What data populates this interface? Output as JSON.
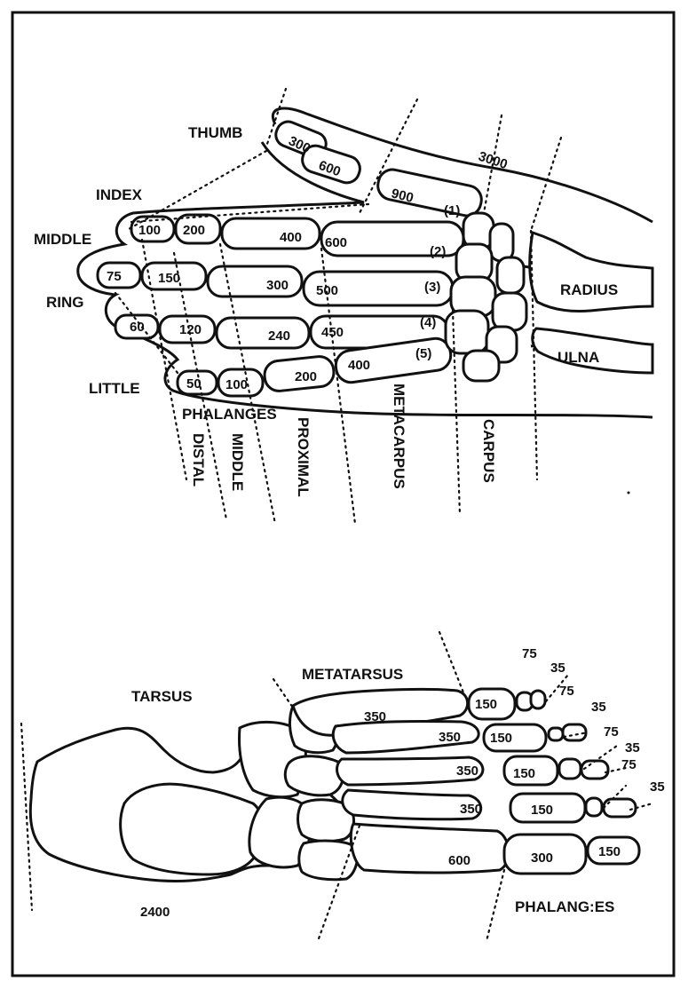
{
  "hand": {
    "fingers": {
      "thumb": "THUMB",
      "index": "INDEX",
      "middle": "MIDDLE",
      "ring": "RING",
      "little": "LITTLE"
    },
    "bones": {
      "radius": "RADIUS",
      "ulna": "ULNA"
    },
    "regions": {
      "phalanges": "PHALANGES",
      "distal": "DISTAL",
      "middle": "MIDDLE",
      "proximal": "PROXIMAL",
      "metacarpus": "METACARPUS",
      "carpus": "CARPUS"
    },
    "values": {
      "thumb": [
        "300",
        "600",
        "900"
      ],
      "index": [
        "100",
        "200",
        "400",
        "600"
      ],
      "middle": [
        "75",
        "150",
        "300",
        "500"
      ],
      "ring": [
        "60",
        "120",
        "240",
        "450"
      ],
      "little": [
        "50",
        "100",
        "200",
        "400"
      ],
      "wrist": "3000"
    },
    "metacarpal_numbers": [
      "(1)",
      "(2)",
      "(3)",
      "(4)",
      "(5)"
    ]
  },
  "foot": {
    "regions": {
      "tarsus": "TARSUS",
      "metatarsus": "METATARSUS",
      "phalanges": "PHALANG:ES"
    },
    "values": {
      "tarsus": "2400",
      "metatarsals": [
        "350",
        "350",
        "350",
        "350",
        "600"
      ],
      "proximal": [
        "150",
        "150",
        "150",
        "150",
        "300"
      ],
      "big_toe_distal": "150",
      "toe_labels": [
        "75",
        "35",
        "75",
        "35",
        "75",
        "35",
        "75",
        "35"
      ]
    }
  }
}
